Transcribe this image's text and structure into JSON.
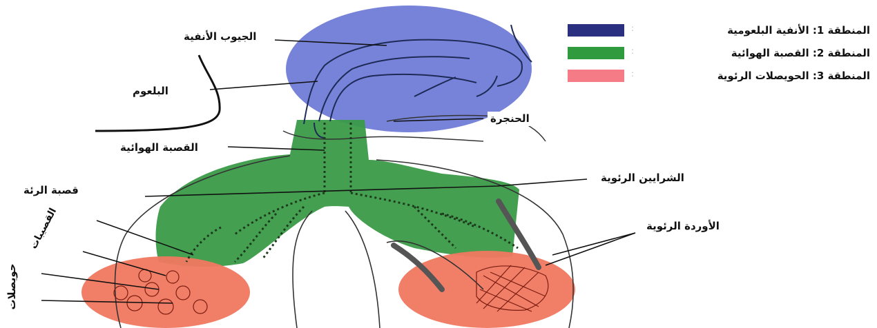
{
  "colors": {
    "zone1": "#6b78d6",
    "zone2": "#3a9a48",
    "zone3": "#f07860",
    "legend_zone1": "#2b2f7f",
    "legend_zone2": "#2f9a3e",
    "legend_zone3": "#f57b86"
  },
  "legend": [
    {
      "label": "المنطقة 1: الأنفية البلعومية",
      "color": "#2b2f7f"
    },
    {
      "label": "المنطقة 2: القصبة الهوائية",
      "color": "#2f9a3e"
    },
    {
      "label": "المنطقة 3: الحويصلات الرئوية",
      "color": "#f57b86"
    }
  ],
  "labels": {
    "nasal_sinuses": "الجيوب الأنفية",
    "pharynx": "البلعوم",
    "larynx": "الحنجرة",
    "trachea": "القصبة الهوائية",
    "bronchus": "قصبة الرئة",
    "bronchioles": "القصيبات",
    "alveoli": "حويصلات",
    "pulmonary_arteries": "الشرايين الرئوية",
    "pulmonary_veins": "الأوردة الرئوية"
  }
}
